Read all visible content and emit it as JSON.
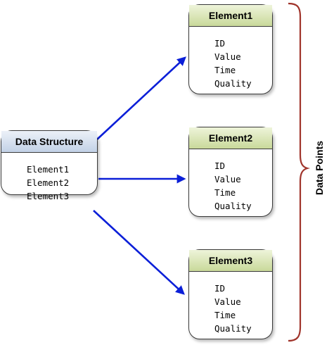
{
  "data_structure": {
    "title": "Data Structure",
    "items": [
      "Element1",
      "Element2",
      "Element3"
    ]
  },
  "elements": [
    {
      "title": "Element1",
      "fields": [
        "ID",
        "Value",
        "Time",
        "Quality"
      ]
    },
    {
      "title": "Element2",
      "fields": [
        "ID",
        "Value",
        "Time",
        "Quality"
      ]
    },
    {
      "title": "Element3",
      "fields": [
        "ID",
        "Value",
        "Time",
        "Quality"
      ]
    }
  ],
  "group_label": "Data Points",
  "colors": {
    "arrow": "#0b1fd8",
    "brace": "#a0342b",
    "structure_header": "#c8d6ea",
    "element_header": "#cfdca3"
  }
}
